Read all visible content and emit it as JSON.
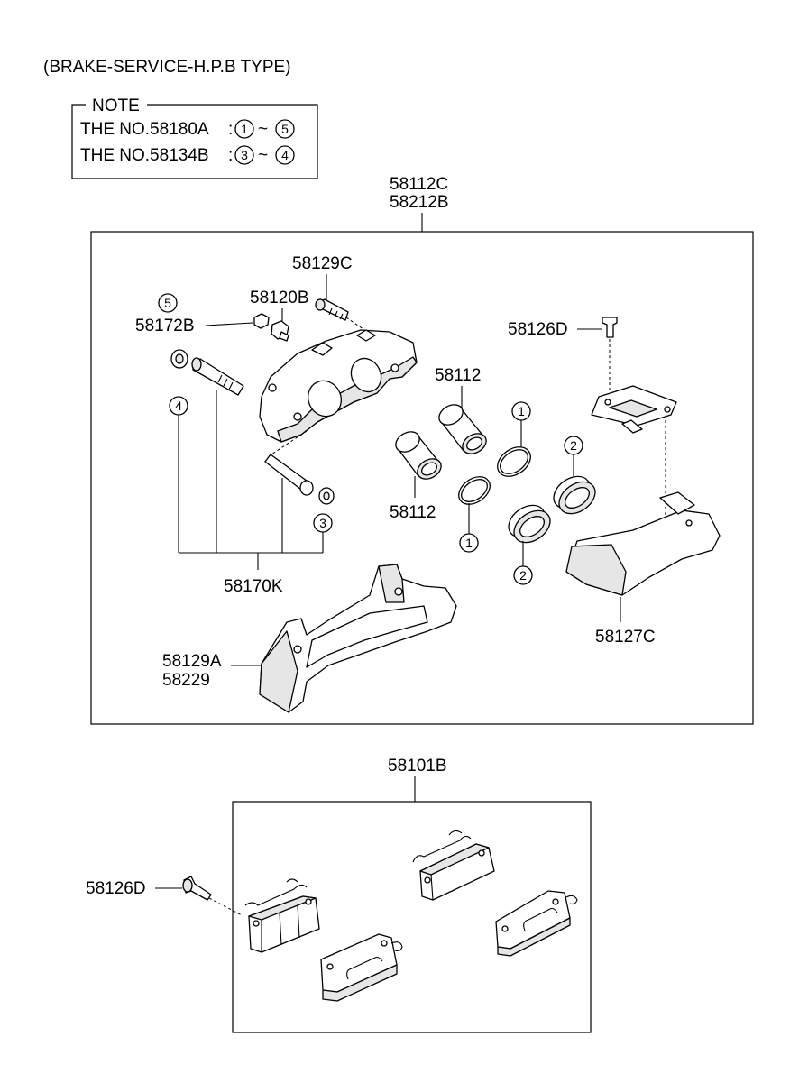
{
  "title": "(BRAKE-SERVICE-H.P.B TYPE)",
  "note": {
    "heading": "NOTE",
    "lines": [
      {
        "prefix": "THE NO.58180A",
        "colon": ":",
        "from": "1",
        "tilde": "~",
        "to": "5"
      },
      {
        "prefix": "THE NO.58134B",
        "colon": ":",
        "from": "3",
        "tilde": "~",
        "to": "4"
      }
    ]
  },
  "labels": {
    "caliper_assy_1": "58112C",
    "caliper_assy_2": "58212B",
    "guide_bolt": "58129C",
    "bleeder_screw": "58120B",
    "bleeder_cap": "58172B",
    "pad_screw_top": "58126D",
    "piston_upper": "58112",
    "piston_lower": "58112",
    "guide_pin_kit": "58170K",
    "pad_retainer": "58127C",
    "torque_member_1": "58129A",
    "torque_member_2": "58229",
    "pad_kit": "58101B",
    "pad_screw_bottom": "58126D"
  },
  "callouts": {
    "c5": "5",
    "c4": "4",
    "c3": "3",
    "c1_upper": "1",
    "c1_lower": "1",
    "c2_upper": "2",
    "c2_lower": "2"
  }
}
